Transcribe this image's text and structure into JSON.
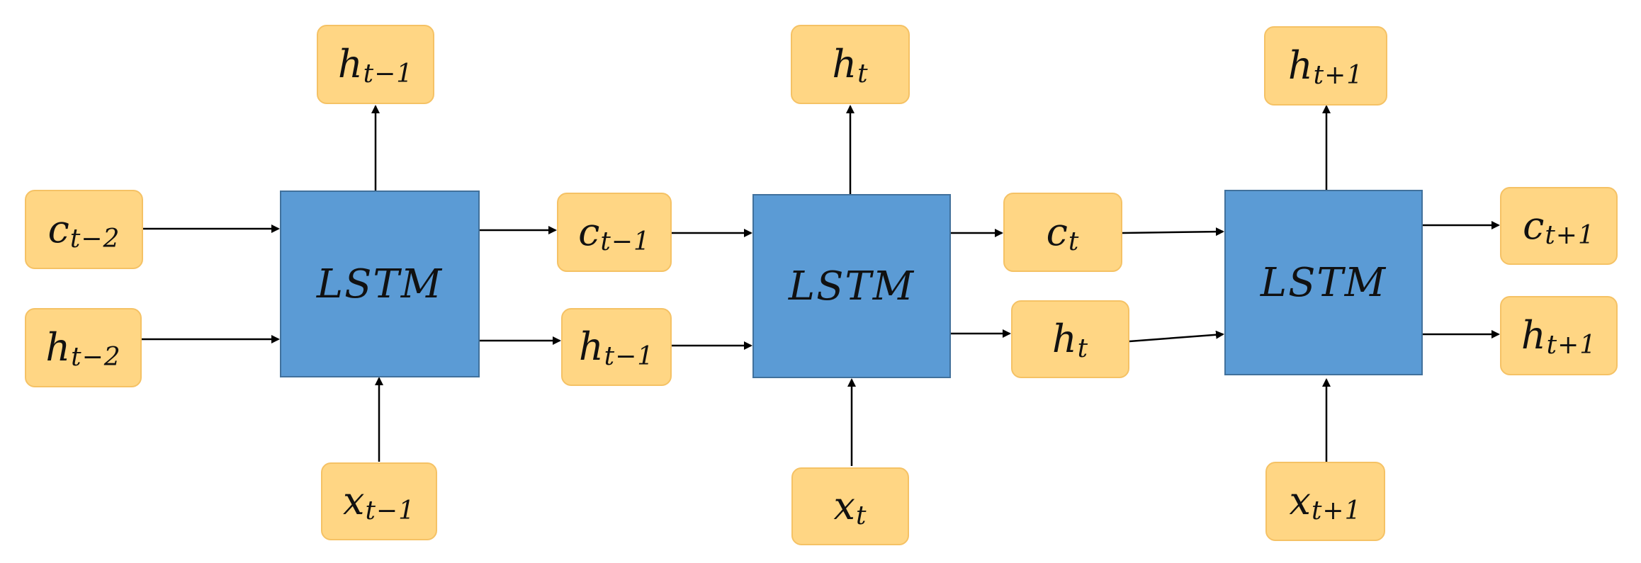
{
  "cells": [
    {
      "id": "lstm-1",
      "label": "LSTM"
    },
    {
      "id": "lstm-2",
      "label": "LSTM"
    },
    {
      "id": "lstm-3",
      "label": "LSTM"
    }
  ],
  "nodes": {
    "out_1": {
      "base": "h",
      "sub": "t−1"
    },
    "out_2": {
      "base": "h",
      "sub": "t"
    },
    "out_3": {
      "base": "h",
      "sub": "t+1"
    },
    "c_in_1": {
      "base": "c",
      "sub": "t−2"
    },
    "h_in_1": {
      "base": "h",
      "sub": "t−2"
    },
    "c_mid_1": {
      "base": "c",
      "sub": "t−1"
    },
    "h_mid_1": {
      "base": "h",
      "sub": "t−1"
    },
    "c_mid_2": {
      "base": "c",
      "sub": "t"
    },
    "h_mid_2": {
      "base": "h",
      "sub": "t"
    },
    "c_out_3": {
      "base": "c",
      "sub": "t+1"
    },
    "h_out_3": {
      "base": "h",
      "sub": "t+1"
    },
    "x_1": {
      "base": "x",
      "sub": "t−1"
    },
    "x_2": {
      "base": "x",
      "sub": "t"
    },
    "x_3": {
      "base": "x",
      "sub": "t+1"
    }
  },
  "colors": {
    "node_fill": "#ffd684",
    "node_border": "#f5c265",
    "cell_fill": "#5b9bd5",
    "cell_border": "#41719c",
    "arrow": "#000000"
  }
}
